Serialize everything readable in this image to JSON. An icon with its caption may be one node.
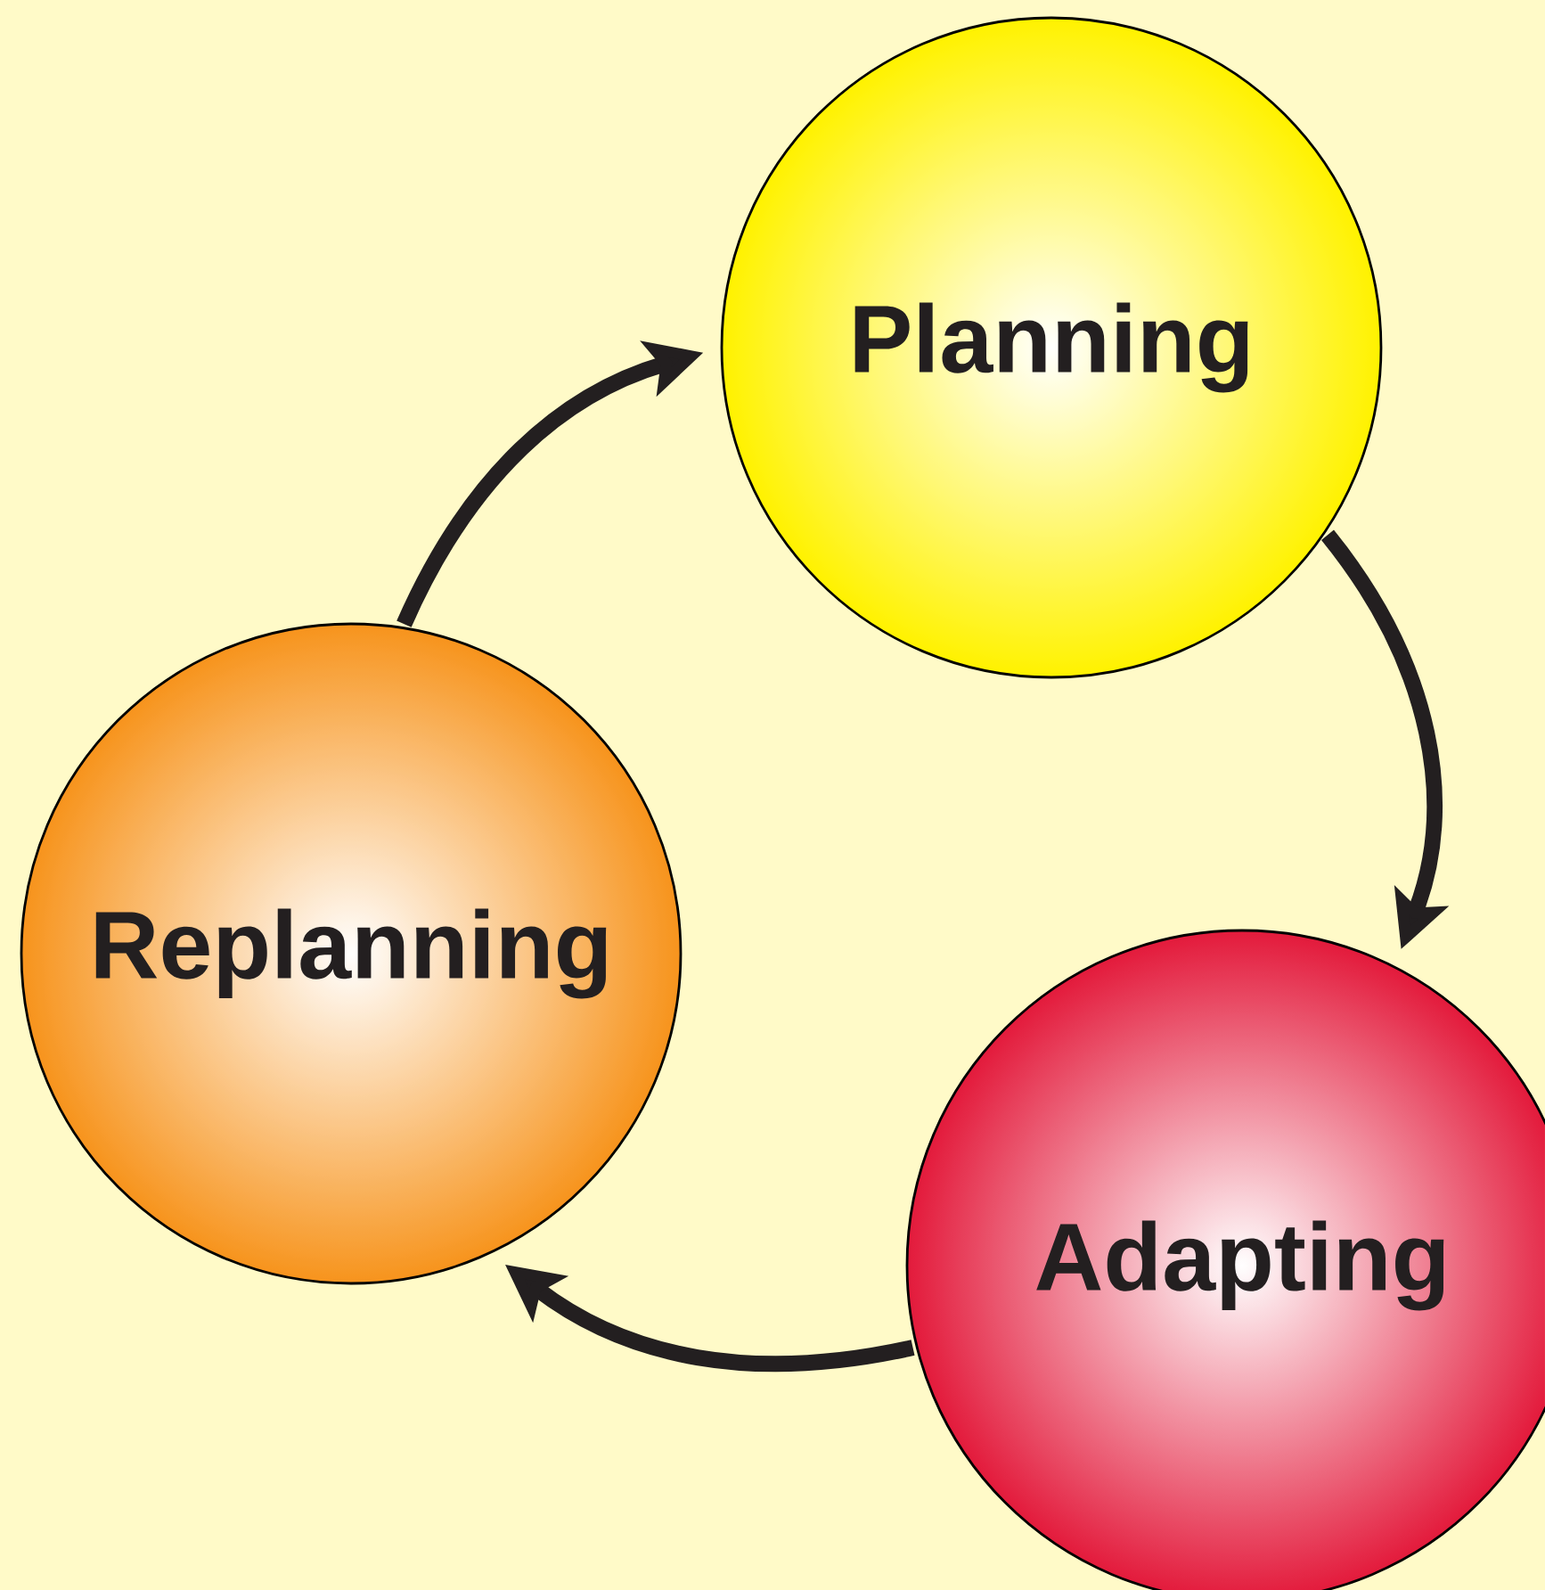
{
  "diagram": {
    "nodes": [
      {
        "text": [
          "Planning"
        ]
      },
      {
        "text": [
          "Replanning"
        ]
      },
      {
        "text": [
          "Adapting"
        ]
      }
    ],
    "edges": [
      {
        "from": 0,
        "to": 2,
        "arrow": "to"
      },
      {
        "from": 2,
        "to": 1,
        "arrow": "to"
      },
      {
        "from": 1,
        "to": 0,
        "arrow": "to"
      }
    ]
  }
}
